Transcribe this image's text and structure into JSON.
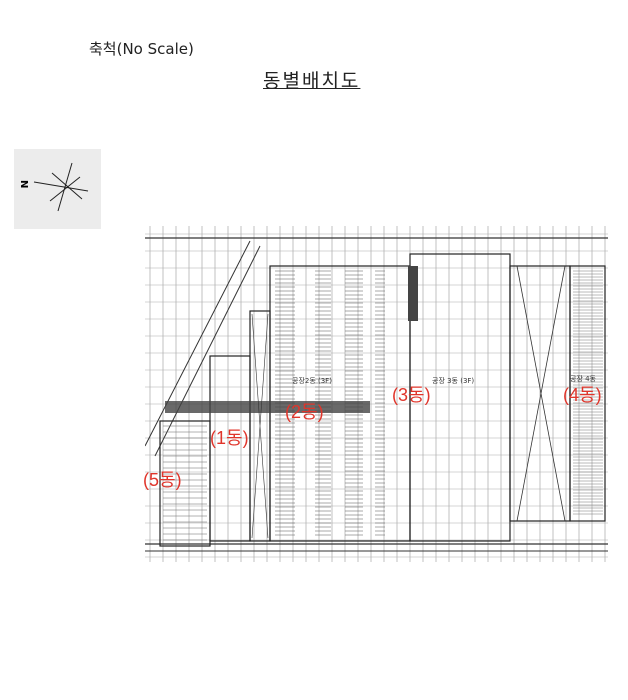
{
  "header": {
    "scale_note": "축척(No Scale)",
    "title": "동별배치도"
  },
  "compass": {
    "icon": "north-arrow-compass-icon",
    "letter": "N"
  },
  "drawing": {
    "building_labels": [
      "(1동)",
      "(2동)",
      "(3동)",
      "(4동)",
      "(5동)"
    ],
    "plan_text": {
      "factory3": "공장 3동 (3F)",
      "factory4": "공장 4동",
      "factory2": "공장2동 (3F)"
    },
    "label_color": "#e0352b"
  }
}
